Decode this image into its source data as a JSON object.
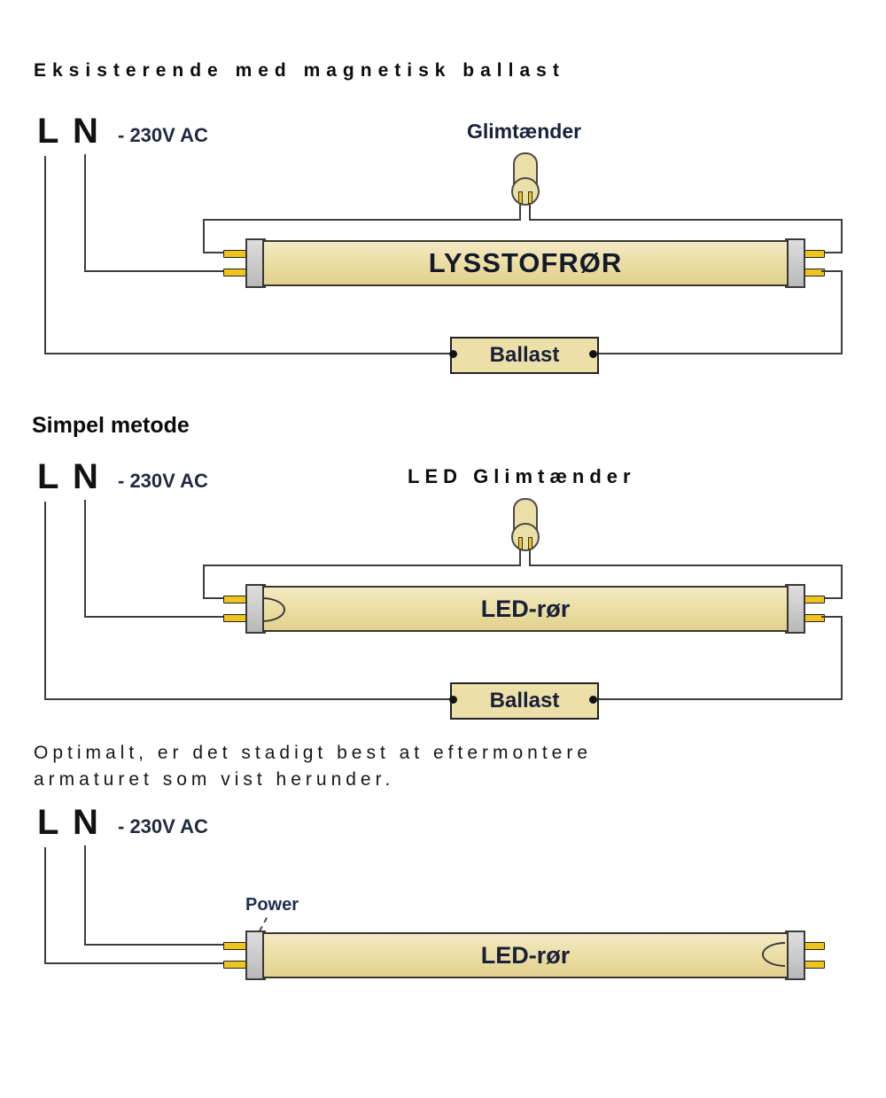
{
  "colors": {
    "background": "#ffffff",
    "wire": "#3d3d3d",
    "tube_body_fill": "#ecdfa6",
    "tube_cap_fill": "#c6c6c6",
    "pin_fill": "#eec41e",
    "ballast_fill": "#ecdfa8",
    "starter_fill": "#ebdfa8",
    "outline": "#3a3a3a",
    "diagram_label_text": "#18203a",
    "heading_text": "#0c0c0c"
  },
  "sections": {
    "existing": {
      "title": "Eksisterende med magnetisk ballast",
      "phase": "L",
      "neutral": "N",
      "supply": "- 230V AC",
      "starter": "Glimtænder",
      "tube": "LYSSTOFRØR",
      "ballast": "Ballast"
    },
    "simple": {
      "title": "Simpel metode",
      "phase": "L",
      "neutral": "N",
      "supply": "- 230V AC",
      "starter": "LED Glimtænder",
      "tube": "LED-rør",
      "ballast": "Ballast"
    },
    "optimal": {
      "note_line1": "Optimalt, er det stadigt best at eftermontere",
      "note_line2": "armaturet som vist herunder.",
      "phase": "L",
      "neutral": "N",
      "supply": "- 230V AC",
      "power": "Power",
      "tube": "LED-rør"
    }
  }
}
